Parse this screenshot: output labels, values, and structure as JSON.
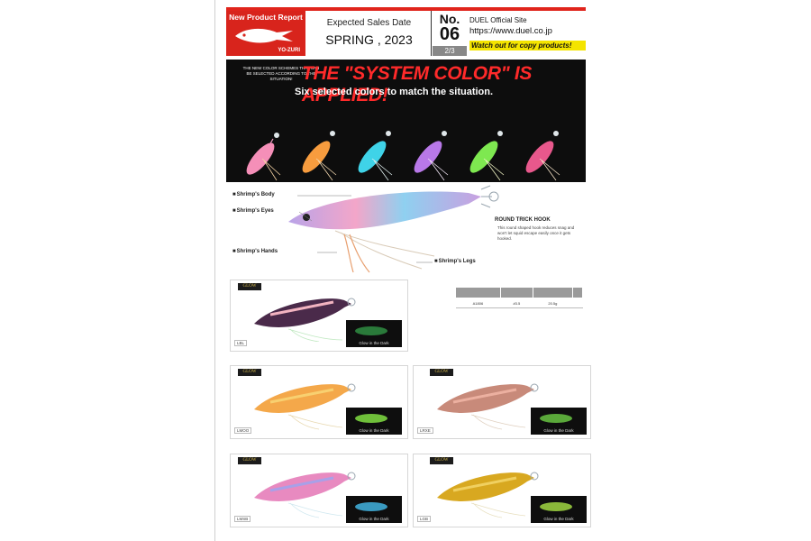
{
  "header": {
    "report_label": "New Product Report",
    "brand": "YO-ZURI",
    "sales_label": "Expected Sales Date",
    "sales_value": "SPRING , 2023",
    "no_label": "No.",
    "no_value": "06",
    "page": "2/3",
    "site_label": "DUEL Official Site",
    "site_url": "https://www.duel.co.jp",
    "warning": "Watch out for copy products!"
  },
  "banner": {
    "intro": "THE NEW COLOR SCHEMES THAT CAN BE SELECTED ACCORDING TO THE SITUATION!",
    "headline": "THE \"SYSTEM COLOR\" IS APPLIED!",
    "subline": "Six selected colors to match the situation."
  },
  "callouts": {
    "body": "Shrimp's Body",
    "eyes": "Shrimp's Eyes",
    "hands": "Shrimp's Hands",
    "legs": "Shrimp's Legs"
  },
  "hook_note": {
    "title": "ROUND TRICK HOOK",
    "body": "This round shaped hook reduces snag and won't let squid escape easily once it gets hooked."
  },
  "spec_table": {
    "headers": [
      "",
      "",
      "",
      ""
    ],
    "row": [
      "A1806",
      "#3.5",
      "20.5g",
      ""
    ]
  },
  "products": [
    {
      "tag": "GLOW",
      "code": "LBL",
      "dark_caption": "Glow in the Dark"
    },
    {
      "tag": "GLOW",
      "code": "LMOO",
      "dark_caption": "Glow in the Dark"
    },
    {
      "tag": "GLOW",
      "code": "LRXE",
      "dark_caption": "Glow in the Dark"
    },
    {
      "tag": "GLOW",
      "code": "LMSB",
      "dark_caption": "Glow in the Dark"
    },
    {
      "tag": "GLOW",
      "code": "LGB",
      "dark_caption": "Glow in the Dark"
    }
  ],
  "colors": {
    "accent_red": "#d8241c",
    "warning_yellow": "#f4e400"
  }
}
